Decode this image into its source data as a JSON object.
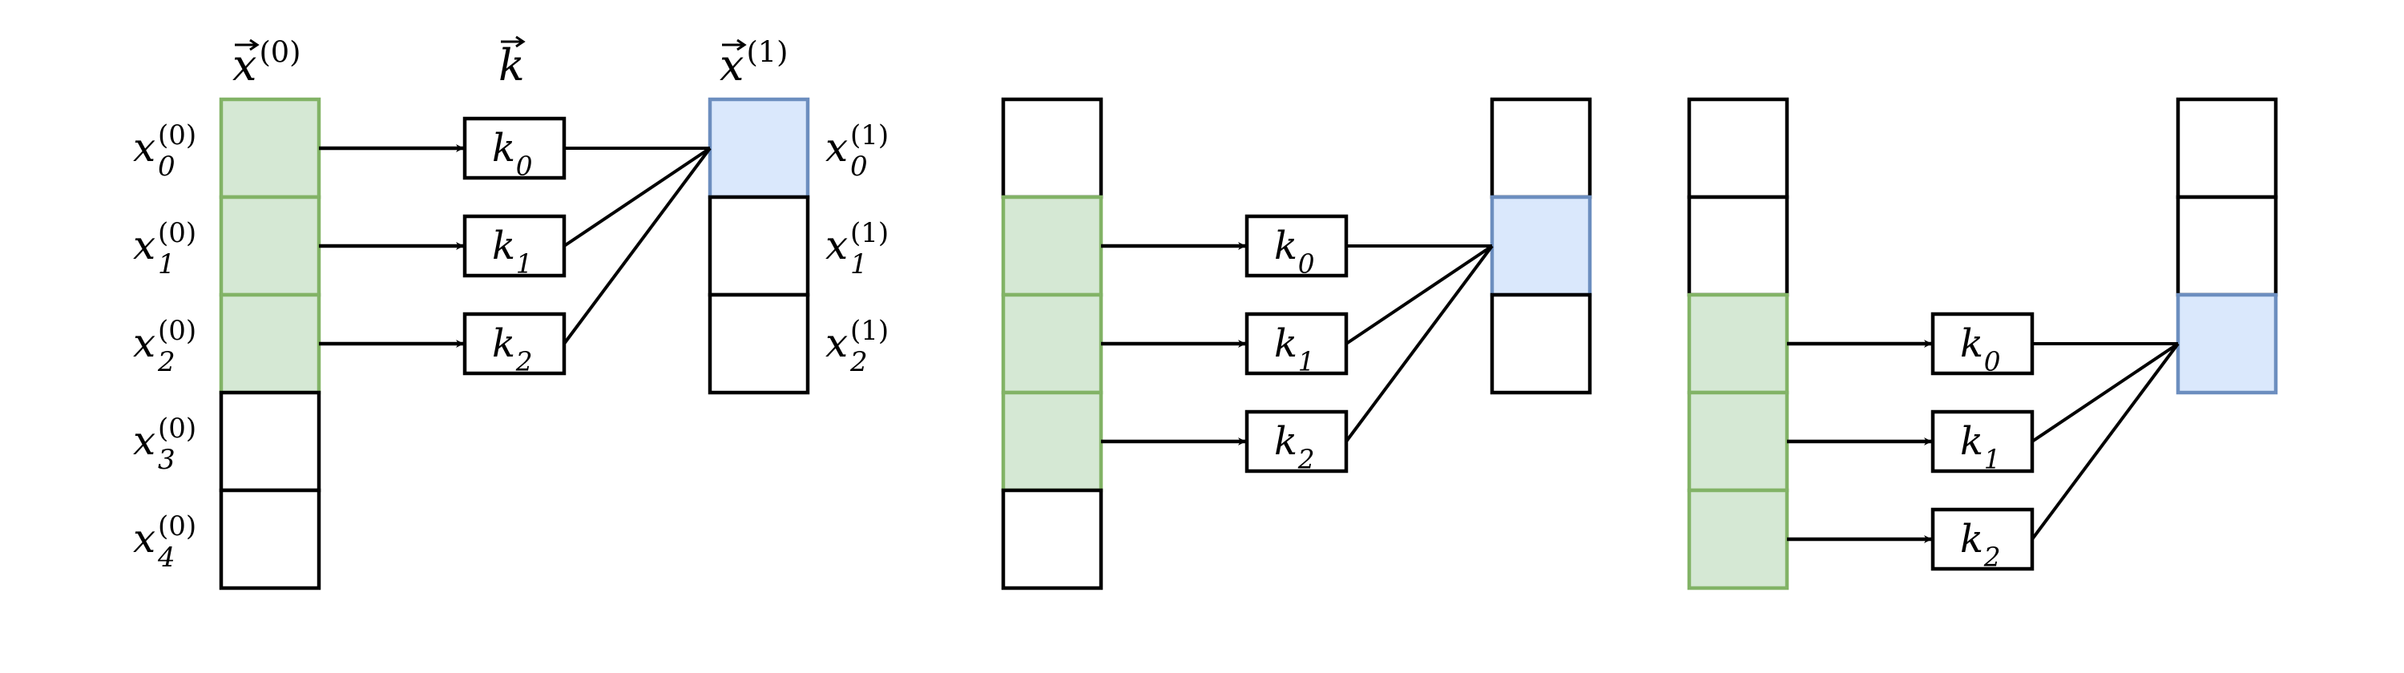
{
  "colors": {
    "input_fill": "#d5e8d4",
    "input_stroke": "#82b366",
    "output_fill": "#dae8fc",
    "output_stroke": "#6c8ebf",
    "line": "#000000"
  },
  "headers": {
    "input": {
      "symbol": "x",
      "superscript": "(0)"
    },
    "kernel": {
      "symbol": "k"
    },
    "output": {
      "symbol": "x",
      "superscript": "(1)"
    }
  },
  "input_labels": [
    {
      "symbol": "x",
      "sub": "0",
      "sup": "(0)"
    },
    {
      "symbol": "x",
      "sub": "1",
      "sup": "(0)"
    },
    {
      "symbol": "x",
      "sub": "2",
      "sup": "(0)"
    },
    {
      "symbol": "x",
      "sub": "3",
      "sup": "(0)"
    },
    {
      "symbol": "x",
      "sub": "4",
      "sup": "(0)"
    }
  ],
  "output_labels": [
    {
      "symbol": "x",
      "sub": "0",
      "sup": "(1)"
    },
    {
      "symbol": "x",
      "sub": "1",
      "sup": "(1)"
    },
    {
      "symbol": "x",
      "sub": "2",
      "sup": "(1)"
    }
  ],
  "kernel_labels": [
    {
      "symbol": "k",
      "sub": "0"
    },
    {
      "symbol": "k",
      "sub": "1"
    },
    {
      "symbol": "k",
      "sub": "2"
    }
  ],
  "panels": [
    {
      "input_cells": 5,
      "output_cells": 3,
      "window_start": 0,
      "output_index": 0
    },
    {
      "input_cells": 5,
      "output_cells": 3,
      "window_start": 1,
      "output_index": 1
    },
    {
      "input_cells": 5,
      "output_cells": 3,
      "window_start": 2,
      "output_index": 2
    }
  ]
}
